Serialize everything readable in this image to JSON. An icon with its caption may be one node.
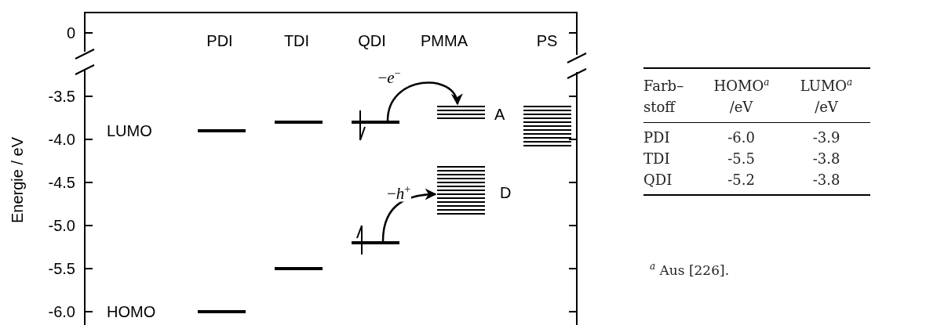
{
  "diagram": {
    "nodes": [
      {
        "text": [],
        "shape": "bar"
      },
      {
        "text": [],
        "shape": "bar",
        "beside": [
          "A"
        ]
      },
      {
        "text": [],
        "shape": "bar"
      },
      {
        "text": [],
        "shape": "bar",
        "beside": [
          "D"
        ]
      }
    ],
    "edges": [
      {
        "from": 0,
        "to": 1,
        "arrow": "to",
        "label": "−*e*$^{−}$"
      },
      {
        "from": 2,
        "to": 3,
        "arrow": "to",
        "label": "−*h*$^{+}$"
      }
    ],
    "labels": [
      "0",
      "-3.5",
      "-4.0",
      "-4.5",
      "-5.0",
      "-5.5",
      "-6.0",
      "Energie / eV",
      "PDI",
      "TDI",
      "QDI",
      "PMMA",
      "PS",
      "LUMO",
      "HOMO",
      "Farb– stoff",
      "HOMO$^{a}$ /eV",
      "LUMO$^{a}$ /eV",
      "PDI",
      "-6.0",
      "-3.9",
      "TDI",
      "-5.5",
      "-3.8",
      "QDI",
      "-5.2",
      "-3.8",
      "$^{a}$ Aus [226]."
    ]
  }
}
